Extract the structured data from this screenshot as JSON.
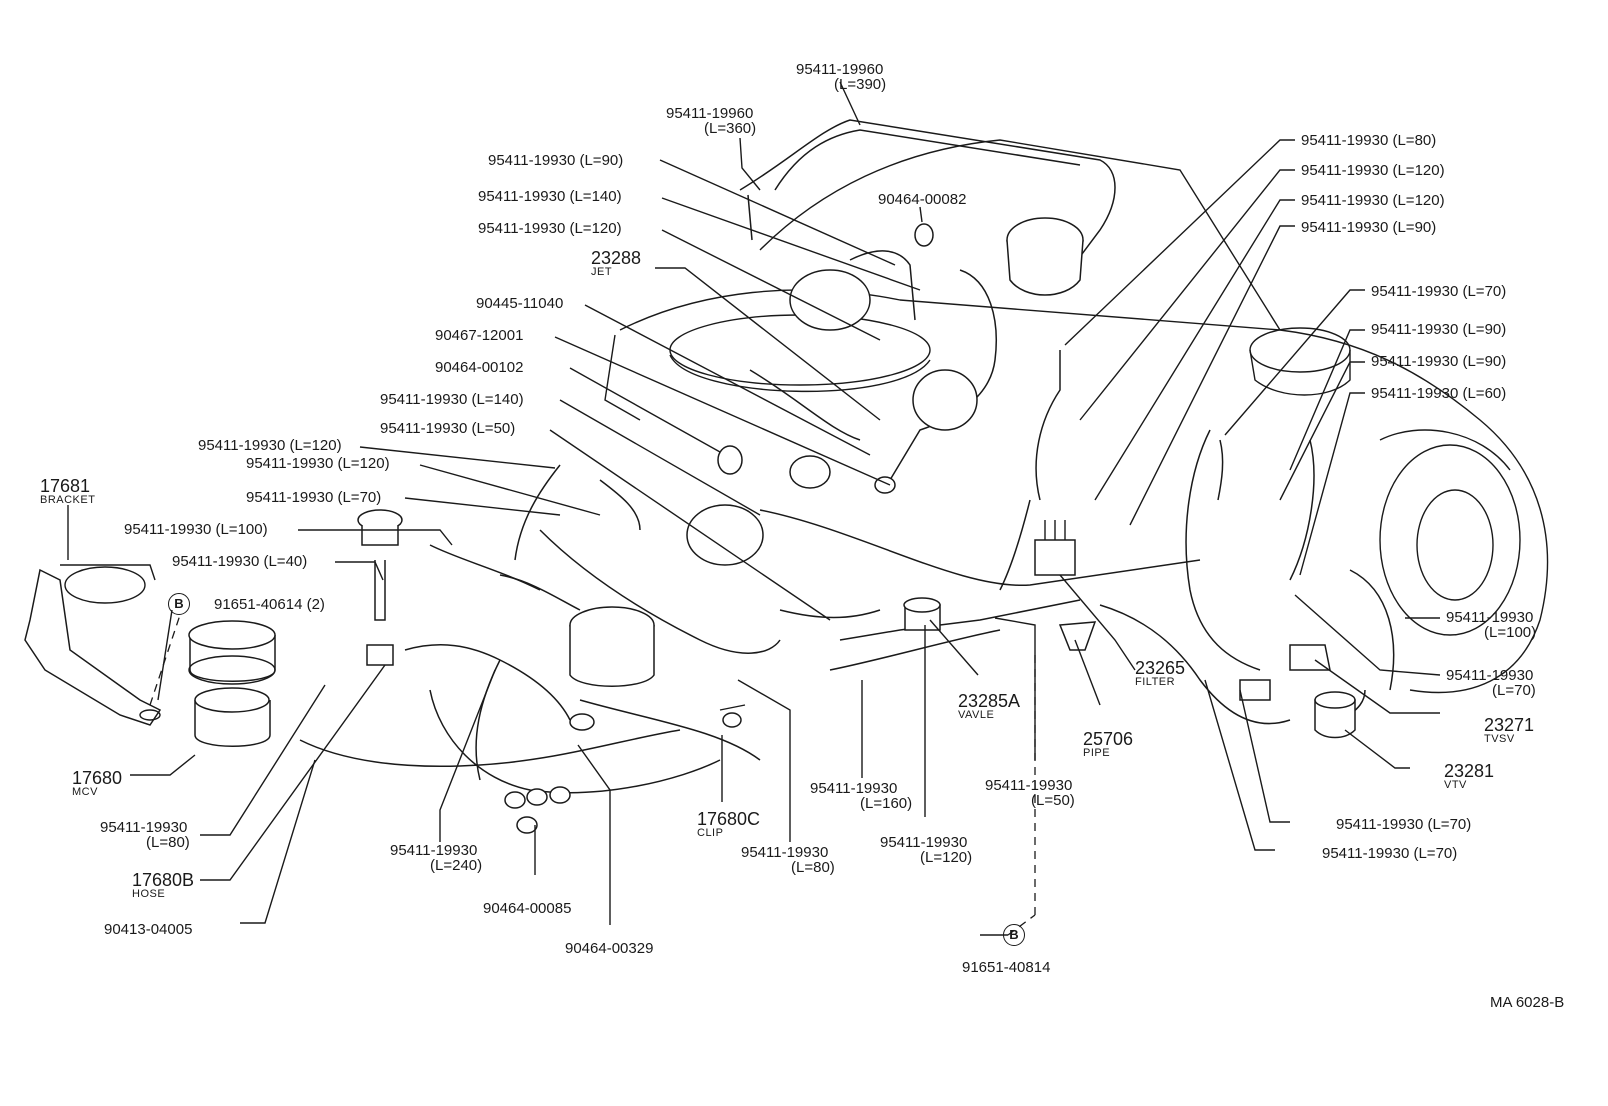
{
  "diagram": {
    "drawing_code": "MA 6028-B",
    "callouts": [
      {
        "id": "c01",
        "lines": [
          "95411-19960",
          "(L=390)"
        ]
      },
      {
        "id": "c02",
        "lines": [
          "95411-19960",
          "(L=360)"
        ]
      },
      {
        "id": "c03",
        "lines": [
          "95411-19930 (L=90)"
        ]
      },
      {
        "id": "c04",
        "lines": [
          "95411-19930 (L=140)"
        ]
      },
      {
        "id": "c05",
        "lines": [
          "95411-19930 (L=120)"
        ]
      },
      {
        "id": "c06",
        "lines": [
          "23288",
          "JET"
        ]
      },
      {
        "id": "c07",
        "lines": [
          "90445-11040"
        ]
      },
      {
        "id": "c08",
        "lines": [
          "90467-12001"
        ]
      },
      {
        "id": "c09",
        "lines": [
          "90464-00102"
        ]
      },
      {
        "id": "c10",
        "lines": [
          "95411-19930 (L=140)"
        ]
      },
      {
        "id": "c11",
        "lines": [
          "95411-19930 (L=50)"
        ]
      },
      {
        "id": "c12",
        "lines": [
          "95411-19930 (L=120)"
        ]
      },
      {
        "id": "c13",
        "lines": [
          "95411-19930 (L=120)"
        ]
      },
      {
        "id": "c14",
        "lines": [
          "95411-19930 (L=70)"
        ]
      },
      {
        "id": "c15",
        "lines": [
          "95411-19930 (L=100)"
        ]
      },
      {
        "id": "c16",
        "lines": [
          "95411-19930 (L=40)"
        ]
      },
      {
        "id": "c17",
        "lines": [
          "17681",
          "BRACKET"
        ]
      },
      {
        "id": "c18",
        "lines": [
          "91651-40614 (2)"
        ],
        "marker": "B"
      },
      {
        "id": "c19",
        "lines": [
          "17680",
          "MCV"
        ]
      },
      {
        "id": "c20",
        "lines": [
          "95411-19930",
          "(L=80)"
        ]
      },
      {
        "id": "c21",
        "lines": [
          "17680B",
          "HOSE"
        ]
      },
      {
        "id": "c22",
        "lines": [
          "90413-04005"
        ]
      },
      {
        "id": "c23",
        "lines": [
          "95411-19930",
          "(L=240)"
        ]
      },
      {
        "id": "c24",
        "lines": [
          "90464-00085"
        ]
      },
      {
        "id": "c25",
        "lines": [
          "90464-00329"
        ]
      },
      {
        "id": "c26",
        "lines": [
          "17680C",
          "CLIP"
        ]
      },
      {
        "id": "c27",
        "lines": [
          "95411-19930",
          "(L=80)"
        ]
      },
      {
        "id": "c28",
        "lines": [
          "95411-19930",
          "(L=160)"
        ]
      },
      {
        "id": "c29",
        "lines": [
          "95411-19930",
          "(L=120)"
        ]
      },
      {
        "id": "c30",
        "lines": [
          "23285A",
          "VAVLE"
        ]
      },
      {
        "id": "c31",
        "lines": [
          "95411-19930",
          "(L=50)"
        ]
      },
      {
        "id": "c32",
        "lines": [
          "25706",
          "PIPE"
        ]
      },
      {
        "id": "c33",
        "lines": [
          "23265",
          "FILTER"
        ]
      },
      {
        "id": "c34",
        "lines": [
          "90464-00082"
        ]
      },
      {
        "id": "c35",
        "lines": [
          "95411-19930 (L=80)"
        ]
      },
      {
        "id": "c36",
        "lines": [
          "95411-19930 (L=120)"
        ]
      },
      {
        "id": "c37",
        "lines": [
          "95411-19930 (L=120)"
        ]
      },
      {
        "id": "c38",
        "lines": [
          "95411-19930 (L=90)"
        ]
      },
      {
        "id": "c39",
        "lines": [
          "95411-19930 (L=70)"
        ]
      },
      {
        "id": "c40",
        "lines": [
          "95411-19930 (L=90)"
        ]
      },
      {
        "id": "c41",
        "lines": [
          "95411-19930 (L=90)"
        ]
      },
      {
        "id": "c42",
        "lines": [
          "95411-19930 (L=60)"
        ]
      },
      {
        "id": "c43",
        "lines": [
          "95411-19930",
          "(L=100)"
        ]
      },
      {
        "id": "c44",
        "lines": [
          "95411-19930",
          "(L=70)"
        ]
      },
      {
        "id": "c45",
        "lines": [
          "23271",
          "TVSV"
        ]
      },
      {
        "id": "c46",
        "lines": [
          "23281",
          "VTV"
        ]
      },
      {
        "id": "c47",
        "lines": [
          "95411-19930 (L=70)"
        ]
      },
      {
        "id": "c48",
        "lines": [
          "95411-19930 (L=70)"
        ]
      },
      {
        "id": "c49",
        "lines": [
          "91651-40814"
        ],
        "marker": "B"
      }
    ]
  }
}
